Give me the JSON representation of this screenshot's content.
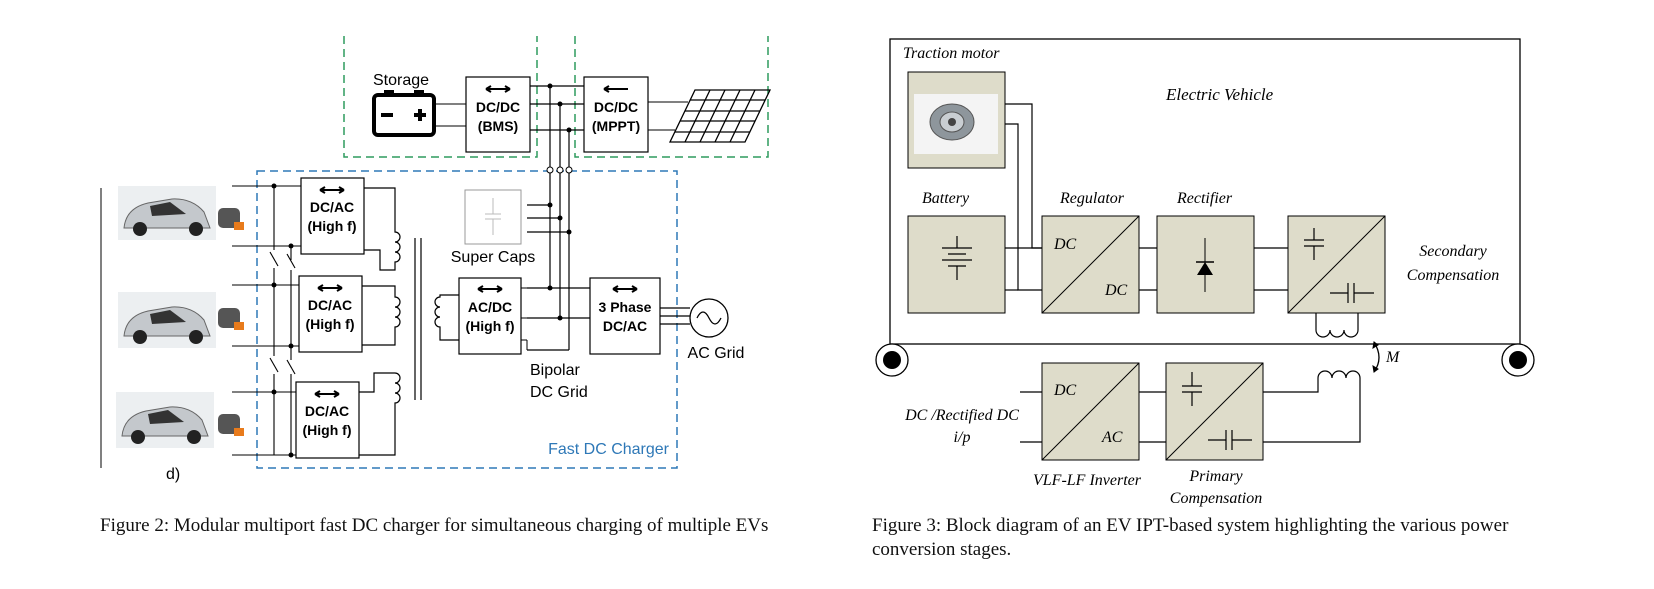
{
  "figure2": {
    "storage_label": "Storage",
    "bms_l1": "DC/DC",
    "bms_l2": "(BMS)",
    "mppt_l1": "DC/DC",
    "mppt_l2": "(MPPT)",
    "supercaps_label": "Super Caps",
    "dcac_l1": "DC/AC",
    "dcac_l2": "(High f)",
    "acdc_l1": "AC/DC",
    "acdc_l2": "(High f)",
    "three_phase_l1": "3 Phase",
    "three_phase_l2": "DC/AC",
    "ac_grid": "AC Grid",
    "bipolar_l1": "Bipolar",
    "bipolar_l2": "DC Grid",
    "fast_dc_charger": "Fast DC Charger",
    "panel_label": "d)",
    "caption": "Figure 2: Modular multiport fast DC charger for simultaneous charging of multiple EVs",
    "colors": {
      "blue_dash": "#2e78b7",
      "green_dash": "#2e9b5f",
      "charger_text": "#2e78b7"
    }
  },
  "figure3": {
    "traction_motor": "Traction motor",
    "electric_vehicle": "Electric Vehicle",
    "battery": "Battery",
    "regulator": "Regulator",
    "rectifier": "Rectifier",
    "dc": "DC",
    "ac": "AC",
    "secondary_l1": "Secondary",
    "secondary_l2": "Compensation",
    "mutual": "M",
    "input_l1": "DC /Rectified DC",
    "input_l2": "i/p",
    "inverter": "VLF-LF Inverter",
    "primary_l1": "Primary",
    "primary_l2": "Compensation",
    "caption": "Figure 3: Block diagram of an EV IPT-based system highlighting the various power conversion stages.",
    "colors": {
      "block_fill": "#dedcca"
    }
  }
}
